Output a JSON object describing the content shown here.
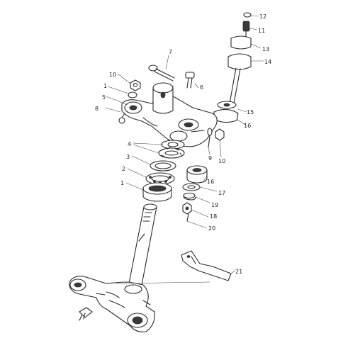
{
  "callouts": [
    "1",
    "2",
    "3",
    "4",
    "5",
    "6",
    "7",
    "8",
    "9",
    "10",
    "11",
    "12",
    "13",
    "14",
    "15",
    "16",
    "17",
    "18",
    "19",
    "20",
    "21"
  ],
  "labels": [
    {
      "text": "12"
    },
    {
      "text": "11"
    },
    {
      "text": "13"
    },
    {
      "text": "14"
    },
    {
      "text": "7"
    },
    {
      "text": "10"
    },
    {
      "text": "1"
    },
    {
      "text": "5"
    },
    {
      "text": "6"
    },
    {
      "text": "8"
    },
    {
      "text": "15"
    },
    {
      "text": "16"
    },
    {
      "text": "4"
    },
    {
      "text": "9"
    },
    {
      "text": "10"
    },
    {
      "text": "3"
    },
    {
      "text": "2"
    },
    {
      "text": "1"
    },
    {
      "text": "16"
    },
    {
      "text": "17"
    },
    {
      "text": "19"
    },
    {
      "text": "18"
    },
    {
      "text": "20"
    },
    {
      "text": "21"
    }
  ]
}
